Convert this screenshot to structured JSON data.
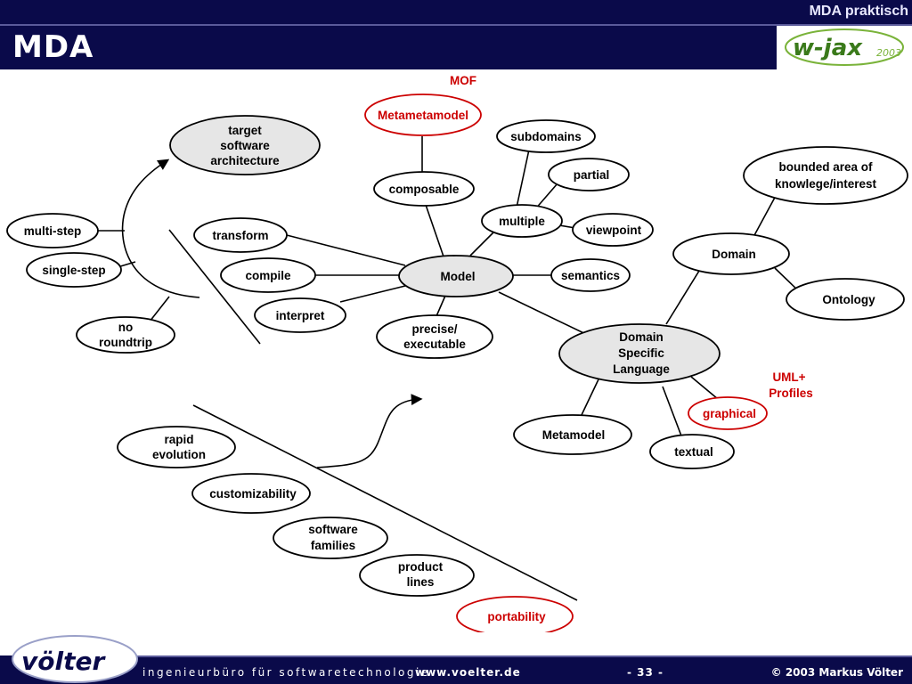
{
  "header": {
    "title": "MDA",
    "subtitle": "MDA praktisch",
    "logo_text": "w-jax",
    "logo_year": "2003"
  },
  "diagram": {
    "nodes": {
      "target_architecture": [
        "target",
        "software",
        "architecture"
      ],
      "multi_step": "multi-step",
      "single_step": "single-step",
      "no_roundtrip": [
        "no",
        "roundtrip"
      ],
      "transform": "transform",
      "compile": "compile",
      "interpret": "interpret",
      "composable": "composable",
      "metametamodel": "Metametamodel",
      "mof_label": "MOF",
      "model": "Model",
      "precise_executable": [
        "precise/",
        "executable"
      ],
      "subdomains": "subdomains",
      "partial": "partial",
      "multiple": "multiple",
      "viewpoint": "viewpoint",
      "semantics": "semantics",
      "bounded_area": [
        "bounded area of",
        "knowlege/interest"
      ],
      "domain": "Domain",
      "ontology": "Ontology",
      "dsl": [
        "Domain",
        "Specific",
        "Language"
      ],
      "uml_profiles": [
        "UML+",
        "Profiles"
      ],
      "graphical": "graphical",
      "metamodel": "Metamodel",
      "textual": "textual",
      "rapid_evolution": [
        "rapid",
        "evolution"
      ],
      "customizability": "customizability",
      "software_families": [
        "software",
        "families"
      ],
      "product_lines": [
        "product",
        "lines"
      ],
      "portability": "portability"
    }
  },
  "footer": {
    "logo_text": "völter",
    "company": "ingenieurbüro für softwaretechnologie",
    "url": "www.voelter.de",
    "page": "- 33 -",
    "copyright": "© 2003 Markus Völter"
  },
  "colors": {
    "navy": "#0a0a4a",
    "accent_red": "#cc0000",
    "node_fill_gray": "#e6e6e6"
  }
}
